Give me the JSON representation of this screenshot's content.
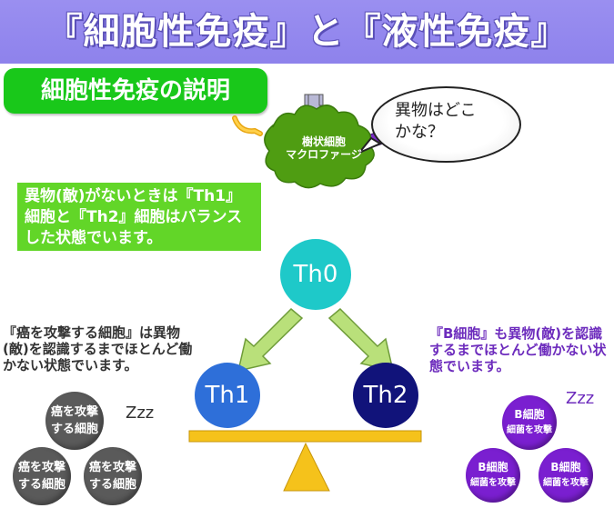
{
  "title": "『細胞性免疫』と『液性免疫』",
  "section_label": "細胞性免疫の説明",
  "dendritic_cell": {
    "name": "樹状細胞",
    "subname": "マクロファージ"
  },
  "speech_bubble": [
    "異物はどこ",
    "かな？"
  ],
  "green_note": "異物(敵)がないときは『Th1』細胞と『Th2』細胞はバランスした状態でいます。",
  "nodes": {
    "th0": "Th0",
    "th1": "Th1",
    "th2": "Th2"
  },
  "left_note": "『癌を攻撃する細胞』は異物(敵)を認識するまでほとんど働かない状態でいます。",
  "right_note": "『B細胞』も異物(敵)を認識するまでほとんど働かない状態でいます。",
  "cancer_cells": [
    {
      "line1": "癌を攻撃",
      "line2": "する細胞"
    },
    {
      "line1": "癌を攻撃",
      "line2": "する細胞"
    },
    {
      "line1": "癌を攻撃",
      "line2": "する細胞"
    }
  ],
  "b_cells": [
    {
      "line1": "B細胞",
      "line2": "細菌を攻撃"
    },
    {
      "line1": "B細胞",
      "line2": "細菌を攻撃"
    },
    {
      "line1": "B細胞",
      "line2": "細菌を攻撃"
    }
  ],
  "zzz": "Zzz",
  "colors": {
    "title_bar": "#8e82ec",
    "section_label": "#19c81a",
    "green_note": "#62d628",
    "th0": "#1ec9c9",
    "th1": "#2e6fd9",
    "th2": "#11137a",
    "cancer_cell": "#5a5a5a",
    "b_cell": "#7a1fd0",
    "balance_beam": "#f5c21b",
    "arrow": "#b9e07a",
    "dendritic_cell": "#4f9d12"
  }
}
